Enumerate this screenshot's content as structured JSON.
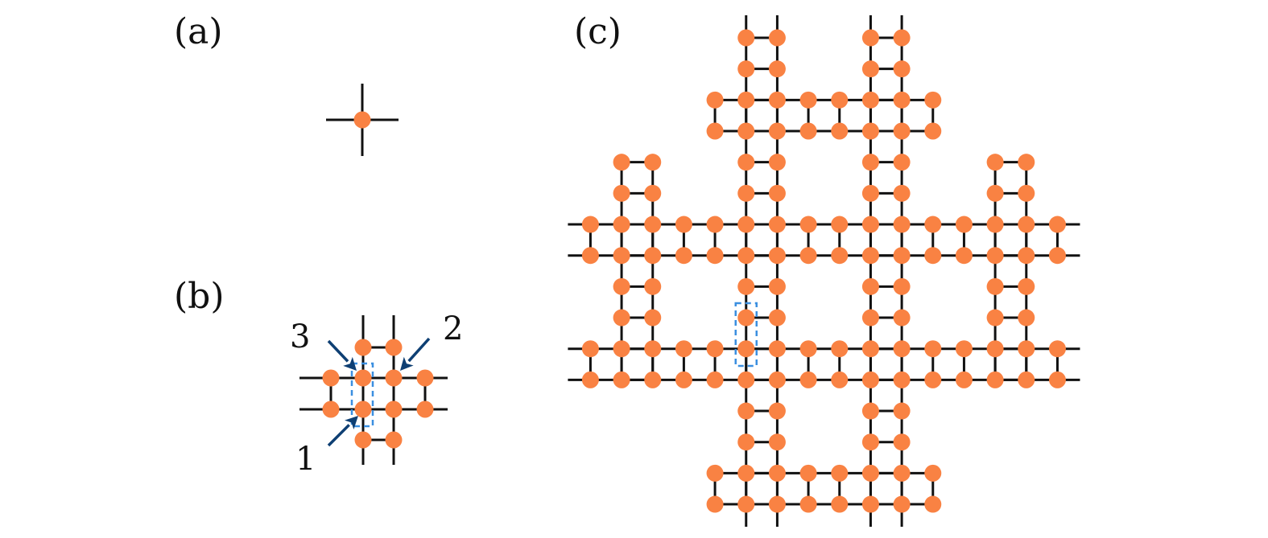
{
  "colors": {
    "site": "#F98243",
    "bond": "#111111",
    "arrow": "#0E3F73",
    "highlight": "#3B8FE0"
  },
  "panels": {
    "a": {
      "label": "(a)"
    },
    "b": {
      "label": "(b)",
      "annotations": [
        "1",
        "2",
        "3"
      ]
    },
    "c": {
      "label": "(c)"
    }
  }
}
